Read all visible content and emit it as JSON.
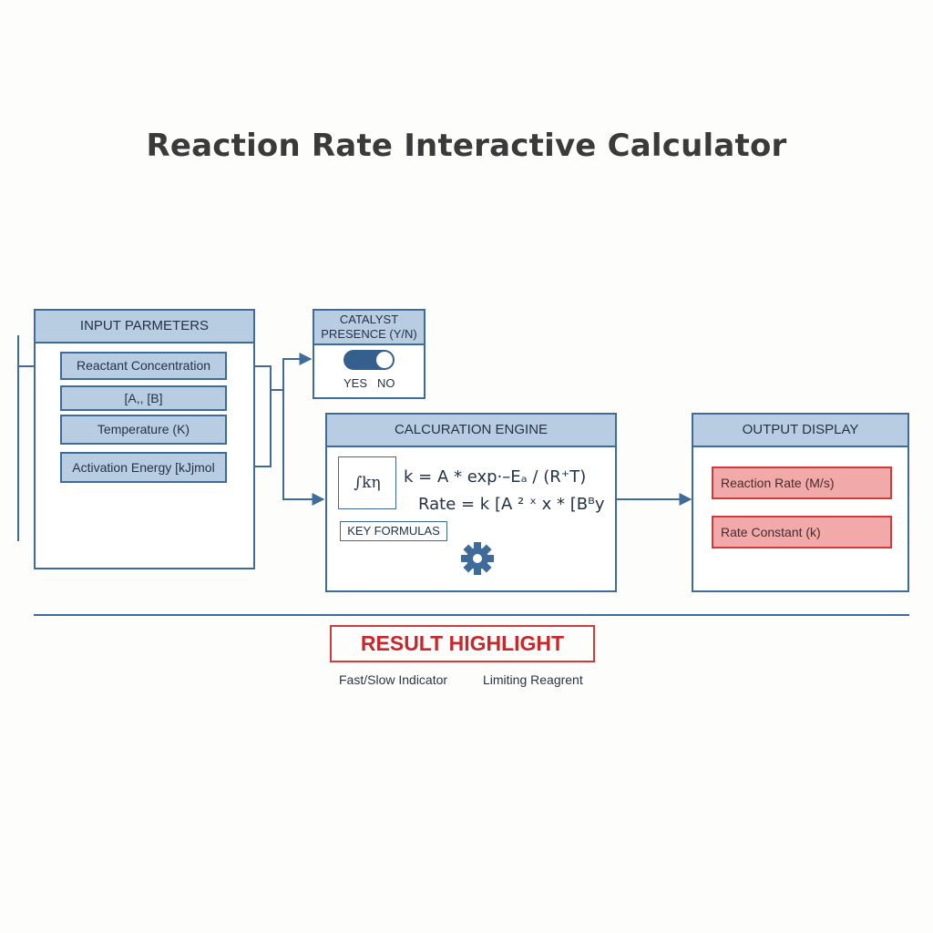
{
  "title": "Reaction Rate Interactive Calculator",
  "input_panel": {
    "header": "INPUT PARMETERS",
    "fields": [
      "Reactant Concentration",
      "[A,, [B]",
      "Temperature (K)",
      "Activation Energy [kJjmol"
    ]
  },
  "catalyst": {
    "header_line1": "CATALYST",
    "header_line2": "PRESENCE (Y/N)",
    "yes_label": "YES",
    "no_label": "NO",
    "state": "on"
  },
  "engine": {
    "header": "CALCURATION ENGINE",
    "kbox": "∫kη",
    "formula1": "k = A * exp·–Eₐ / (R⁺T)",
    "formula2": "Rate = k [A ² ˣ x * [Bᴮy",
    "key_formulas": "KEY FORMULAS",
    "gear_icon": "gear-icon"
  },
  "output": {
    "header": "OUTPUT DISPLAY",
    "fields": [
      "Reaction Rate (M/s)",
      "Rate Constant (k)"
    ]
  },
  "result": {
    "label": "RESULT HIGHLIGHT",
    "sub1": "Fast/Slow Indicator",
    "sub2": "Limiting Reagrent"
  },
  "colors": {
    "blue": "#3f6b9a",
    "blue_fill": "#b9cde2",
    "red": "#d23a3a",
    "red_fill": "#f2a9a9"
  }
}
